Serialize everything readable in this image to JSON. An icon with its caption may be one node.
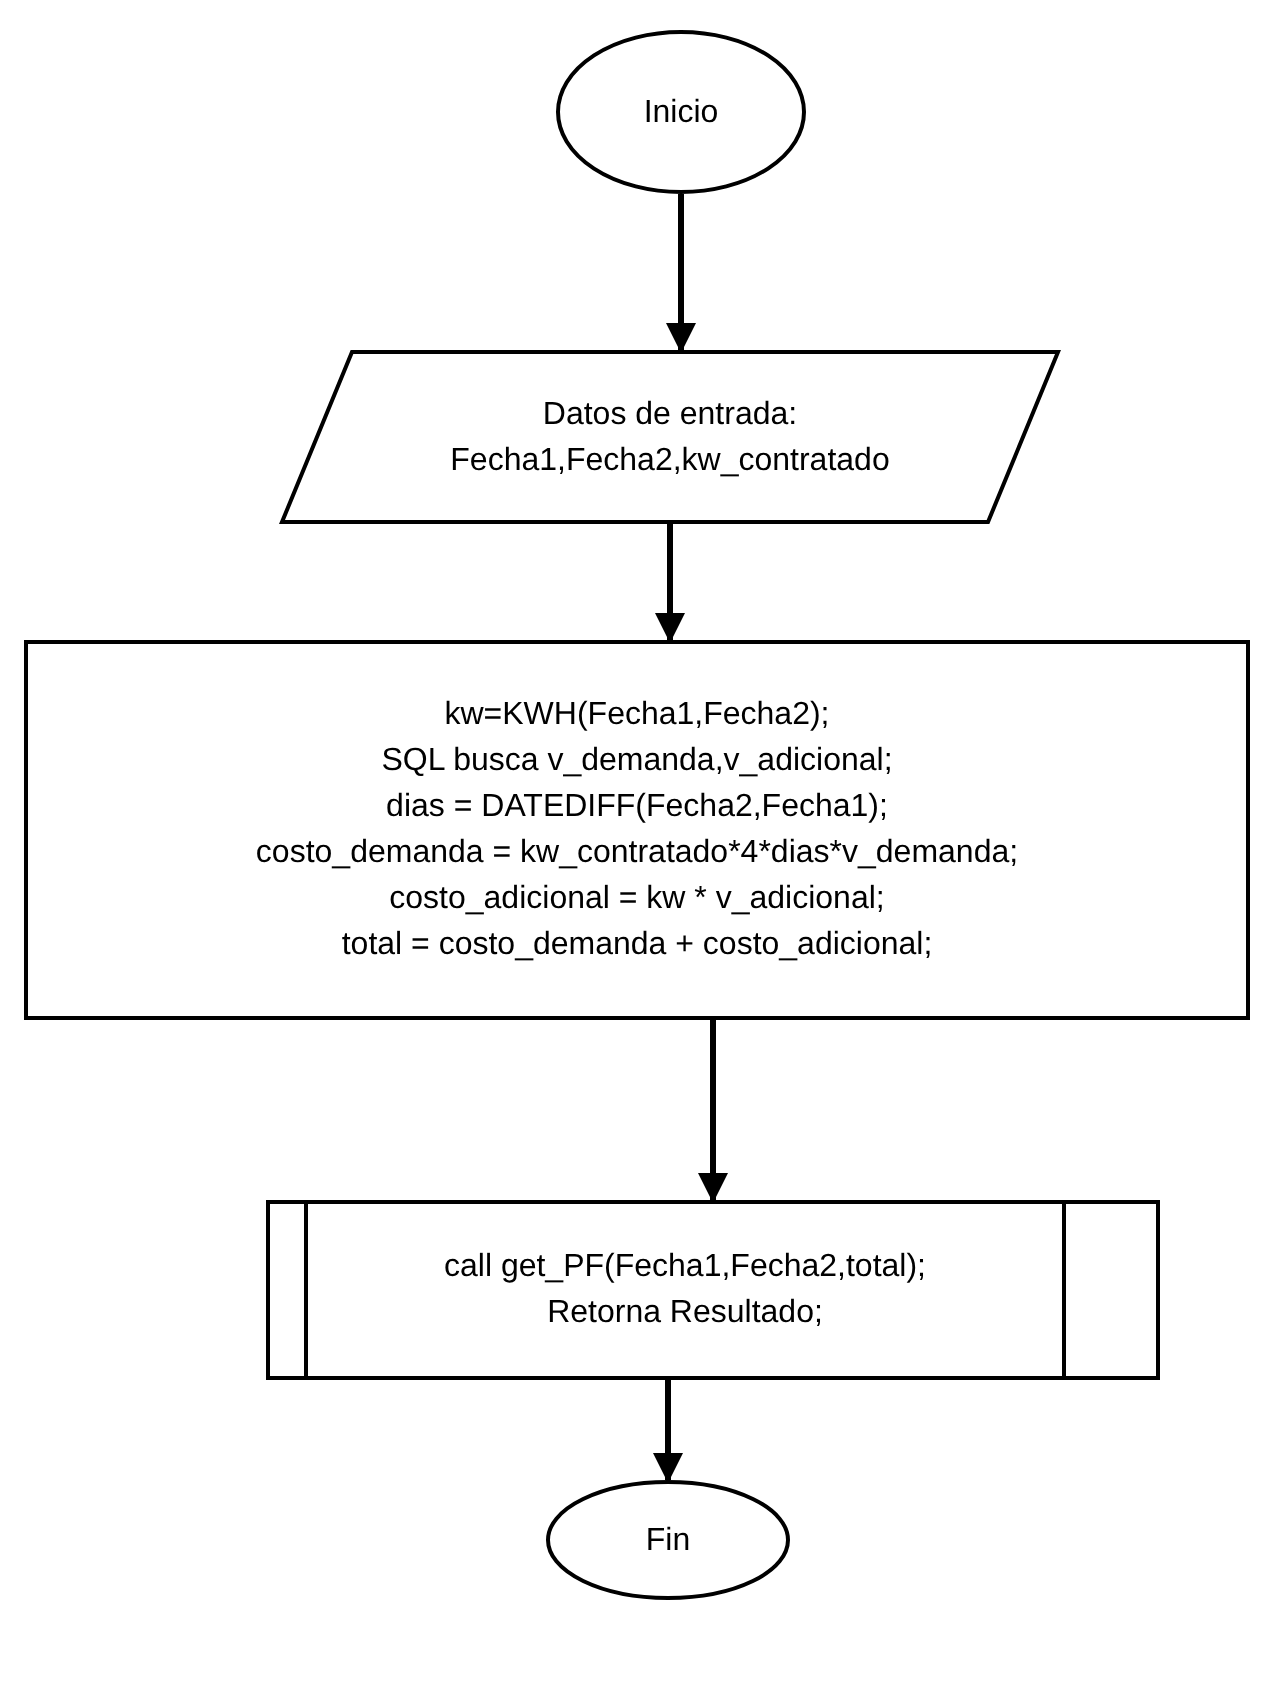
{
  "diagram": {
    "nodes": [
      {
        "text": [
          "Inicio"
        ]
      },
      {
        "text": [
          "Datos de entrada:",
          "Fecha1,Fecha2,kw_contratado"
        ]
      },
      {
        "text": [
          "kw=KWH(Fecha1,Fecha2);",
          "SQL busca v_demanda,v_adicional;",
          "dias = DATEDIFF(Fecha2,Fecha1);",
          "costo_demanda = kw_contratado*4*dias*v_demanda;",
          "costo_adicional = kw * v_adicional;",
          "total = costo_demanda + costo_adicional;"
        ]
      },
      {
        "text": [
          "call get_PF(Fecha1,Fecha2,total);",
          "Retorna Resultado;"
        ]
      },
      {
        "text": [
          "Fin"
        ]
      }
    ],
    "edges": [
      {
        "from": 0,
        "to": 1,
        "arrow": "to"
      },
      {
        "from": 1,
        "to": 2,
        "arrow": "to"
      },
      {
        "from": 2,
        "to": 3,
        "arrow": "to"
      },
      {
        "from": 3,
        "to": 4,
        "arrow": "to"
      }
    ]
  }
}
